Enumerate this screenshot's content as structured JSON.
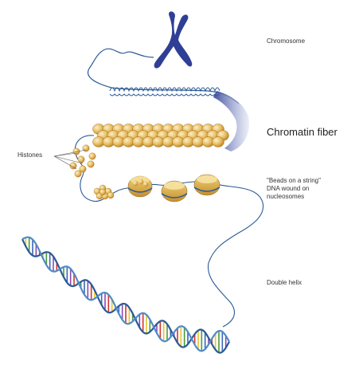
{
  "labels": {
    "chromosome": "Chromosome",
    "chromatin_fiber": "Chromatin fiber",
    "histones": "Histones",
    "beads_line1": "\"Beads on a string\"",
    "beads_line2": "DNA wound on",
    "beads_line3": "nucleosomes",
    "double_helix": "Double helix"
  },
  "colors": {
    "chromosome": "#2e3f95",
    "dna_strand": "#2b5a96",
    "histone_gold": "#d9a742",
    "histone_light": "#f0dca8",
    "fiber_blue": "#4b5fb0",
    "base_red": "#d2352c",
    "base_yellow": "#e8c52b",
    "base_green": "#4a9a3c",
    "base_blue": "#3a66b8",
    "base_purple": "#8a4bb0"
  }
}
